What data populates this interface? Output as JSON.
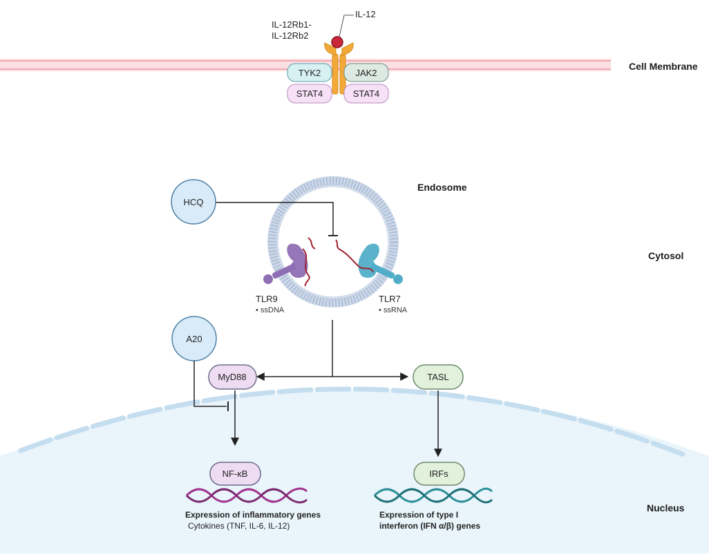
{
  "regions": {
    "membrane": "Cell Membrane",
    "endosome": "Endosome",
    "cytosol": "Cytosol",
    "nucleus": "Nucleus"
  },
  "receptor": {
    "ligand": "IL-12",
    "receptor_line1": "IL-12Rb1-",
    "receptor_line2": "IL-12Rb2",
    "kinase_left": "TYK2",
    "kinase_right": "JAK2",
    "stat_left": "STAT4",
    "stat_right": "STAT4"
  },
  "endosome": {
    "drug": "HCQ",
    "tlr9": "TLR9",
    "tlr9_sub": "• ssDNA",
    "tlr7": "TLR7",
    "tlr7_sub": "• ssRNA"
  },
  "cytosol": {
    "inhibitor": "A20",
    "adaptor": "MyD88",
    "adaptor2": "TASL"
  },
  "nucleus": {
    "tf_left": "NF-κB",
    "tf_right": "IRFs",
    "left_title": "Expression of inflammatory genes",
    "left_sub": "Cytokines (TNF, IL-6, IL-12)",
    "right_title_1": "Expression of type I",
    "right_title_2": "interferon (IFN α/β) genes"
  },
  "colors": {
    "membrane": "#f4b8bf",
    "nucleus_fill": "#e9f4fb",
    "circle_node": "#d9ebf8",
    "node_outline": "#4c7fa6",
    "tyk2_fill": "#d7f0f2",
    "jak2_fill": "#dde9e3",
    "stat_fill": "#f6e1f6",
    "myd88_fill": "#eedcf2",
    "tasl_fill": "#e1f1dc",
    "receptor_orange": "#f2a938",
    "ligand_red": "#c9283a",
    "tlr9_purple": "#8f6fb4",
    "tlr7_teal": "#52aec8",
    "dna_left": "#a0348c",
    "dna_right": "#2a8f97"
  }
}
